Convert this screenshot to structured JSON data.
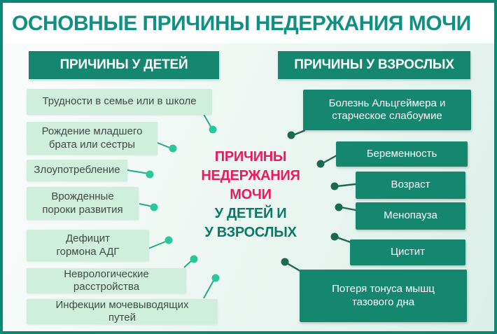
{
  "page": {
    "title": "ОСНОВНЫЕ ПРИЧИНЫ НЕДЕРЖАНИЯ МОЧИ"
  },
  "colors": {
    "accent_teal": "#0e9183",
    "dark_green_box": "#15876f",
    "light_mint_box": "#cfeedd",
    "center_pink": "#ec195c",
    "center_green": "#0a7a64",
    "left_connector_dot": "#2bc79c",
    "right_connector_dot": "#1a6950",
    "frame_border": "#0b8875"
  },
  "children": {
    "header": "ПРИЧИНЫ У ДЕТЕЙ",
    "items": [
      {
        "label": "Трудности в семье или в школе"
      },
      {
        "label": "Рождение младшего\nбрата или сестры"
      },
      {
        "label": "Злоупотребление"
      },
      {
        "label": "Врожденные\nпороки развития"
      },
      {
        "label": "Дефицит\nгормона АДГ"
      },
      {
        "label": "Неврологические\nрасстройства"
      },
      {
        "label": "Инфекции мочевыводящих\nпутей"
      }
    ]
  },
  "adults": {
    "header": "ПРИЧИНЫ У ВЗРОСЛЫХ",
    "items": [
      {
        "label": "Болезнь Альцгеймера и\nстарческое слабоумие"
      },
      {
        "label": "Беременность"
      },
      {
        "label": "Возраст"
      },
      {
        "label": "Менопауза"
      },
      {
        "label": "Цистит"
      },
      {
        "label": "Потеря тонуса мышц\nтазового дна"
      }
    ]
  },
  "center": {
    "line1": "ПРИЧИНЫ",
    "line2": "НЕДЕРЖАНИЯ",
    "line3": "МОЧИ",
    "line4": "У ДЕТЕЙ И",
    "line5": "У ВЗРОСЛЫХ"
  }
}
